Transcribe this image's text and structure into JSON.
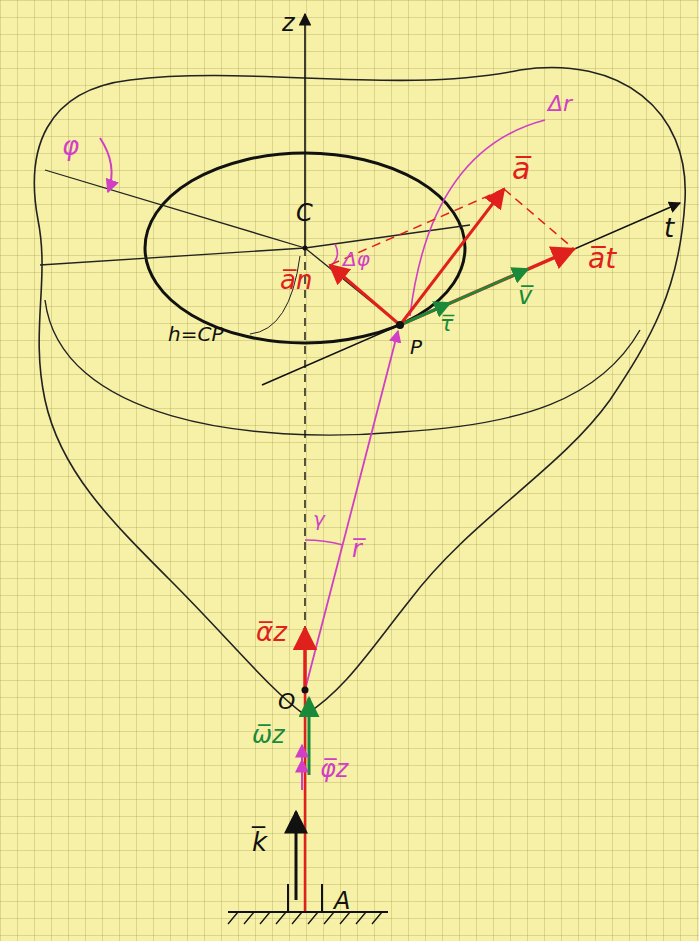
{
  "diagram": {
    "labels": [
      "z",
      "φ",
      "C",
      "Δφ",
      "Δr",
      "a̅",
      "t",
      "a̅t",
      "a̅n",
      "h=CP",
      "P",
      "τ̅",
      "v̅",
      "r̅",
      "γ",
      "α̅z",
      "O",
      "ω̅z",
      "φ̅z",
      "k̅",
      "A"
    ]
  }
}
